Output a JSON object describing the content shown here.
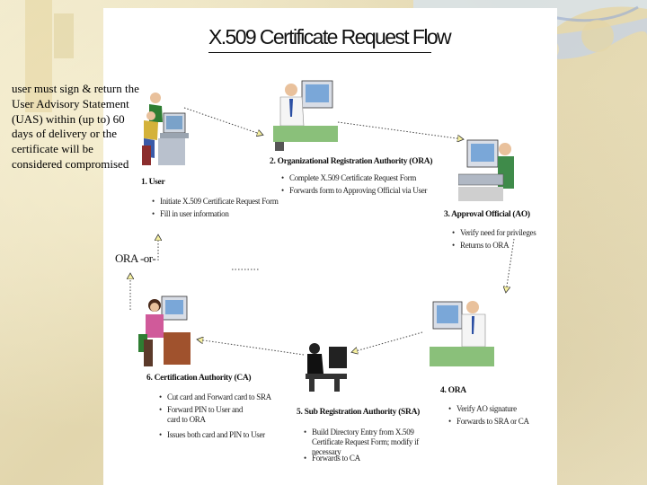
{
  "title": "X.509 Certificate Request Flow",
  "side_note": "user must sign & return the User Advisory Statement (UAS) within (up to) 60 days of delivery or the certificate will be considered compromised",
  "or_label": "ORA -or-",
  "steps": [
    {
      "label": "1. User",
      "bullets": [
        "Initiate X.509 Certificate Request Form",
        "Fill in user information"
      ]
    },
    {
      "label": "2. Organizational Registration Authority (ORA)",
      "bullets": [
        "Complete X.509 Certificate Request Form",
        "Forwards form to Approving Official via User"
      ]
    },
    {
      "label": "3. Approval Official (AO)",
      "bullets": [
        "Verify need for privileges",
        "Returns to ORA"
      ]
    },
    {
      "label": "4. ORA",
      "bullets": [
        "Verify AO signature",
        "Forwards to SRA or CA"
      ]
    },
    {
      "label": "5. Sub Registration Authority (SRA)",
      "bullets": [
        "Build Directory Entry from X.509 Certificate Request Form; modify if necessary",
        "Forwards to CA"
      ]
    },
    {
      "label": "6. Certification Authority (CA)",
      "bullets": [
        "Cut card and Forward card to SRA",
        "Forward PIN to User and card to ORA",
        "Issues both card and PIN to User"
      ]
    }
  ]
}
